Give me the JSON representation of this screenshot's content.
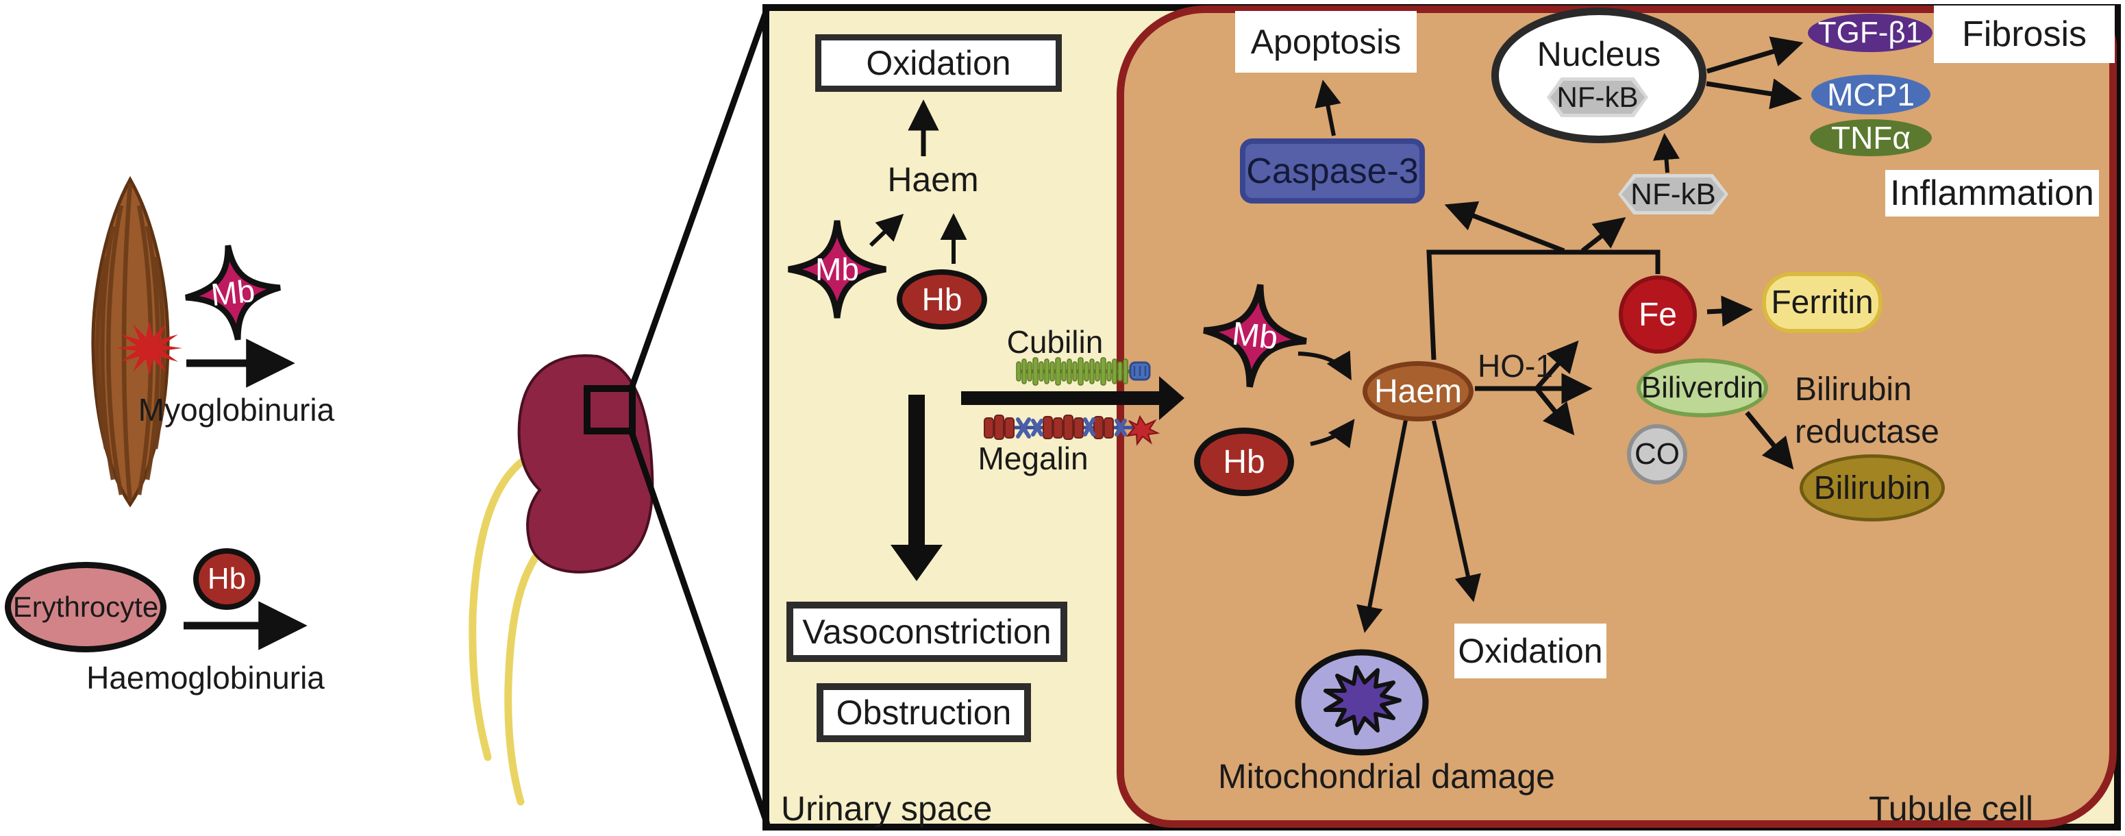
{
  "left_region": {
    "mb_label": "Mb",
    "myoglobinuria_label": "Myoglobinuria",
    "erythrocyte_label": "Erythrocyte",
    "hb_label": "Hb",
    "haemoglobinuria_label": "Haemoglobinuria"
  },
  "urinary_space": {
    "title": "Urinary space",
    "oxidation_label": "Oxidation",
    "haem_label": "Haem",
    "mb_label": "Mb",
    "hb_label": "Hb",
    "cubilin_label": "Cubilin",
    "megalin_label": "Megalin",
    "vasoconstriction_label": "Vasoconstriction",
    "obstruction_label": "Obstruction"
  },
  "tubule_cell": {
    "title": "Tubule cell",
    "apoptosis_label": "Apoptosis",
    "caspase3_label": "Caspase-3",
    "nucleus_label": "Nucleus",
    "nfkb_nuclear_label": "NF-kB",
    "nfkb_cytoplasmic_label": "NF-kB",
    "mb_label": "Mb",
    "hb_label": "Hb",
    "haem_label": "Haem",
    "ho1_label": "HO-1",
    "fe_label": "Fe",
    "ferritin_label": "Ferritin",
    "biliverdin_label": "Biliverdin",
    "co_label": "CO",
    "bilirubin_reductase_label": "Bilirubin reductase",
    "bilirubin_label": "Bilirubin",
    "tgfb1_label": "TGF-β1",
    "fibrosis_label": "Fibrosis",
    "mcp1_label": "MCP1",
    "tnfa_label": "TNFα",
    "inflammation_label": "Inflammation",
    "oxidation_label": "Oxidation",
    "mitochondrial_damage_label": "Mitochondrial damage"
  },
  "colors": {
    "mb-fill": "#be1a60",
    "hb-fill": "#a32b25",
    "haem-fill": "#a8602f",
    "haem-border": "#7c3d18",
    "fe-fill": "#b5161d",
    "fe-border": "#8a1015",
    "ferritin-fill": "#f4e28b",
    "ferritin-border": "#d9b93f",
    "biliverdin-fill": "#bdd795",
    "biliverdin-border": "#76a049",
    "co-fill": "#c9c9c9",
    "co-border": "#8f8f8f",
    "bilirubin-fill": "#a38423",
    "bilirubin-border": "#6f5b12",
    "caspase-fill": "#5560a8",
    "caspase-border": "#3a4590",
    "nfkb-fill": "#bdbdbd",
    "tgfb1-fill": "#5b2d86",
    "mcp1-fill": "#4a6fb8",
    "tnfa-fill": "#5c7a2f",
    "urinary-bg": "#f6efc7",
    "tubule-bg": "#d9a571",
    "tubule-border": "#8e1f1f",
    "kidney-fill": "#8e2443",
    "ureter-stroke": "#e9d463",
    "muscle-fill": "#9a5a2b",
    "muscle-stripe": "#6f3d1a",
    "injury-fill": "#cc2222",
    "erythrocyte-fill": "#d28387",
    "mito-outer": "#aba6db",
    "mito-inner": "#5a3c9e",
    "receptor-green": "#7fa63b",
    "receptor-blue": "#4a6fb8",
    "receptor-red": "#9e2f27"
  }
}
